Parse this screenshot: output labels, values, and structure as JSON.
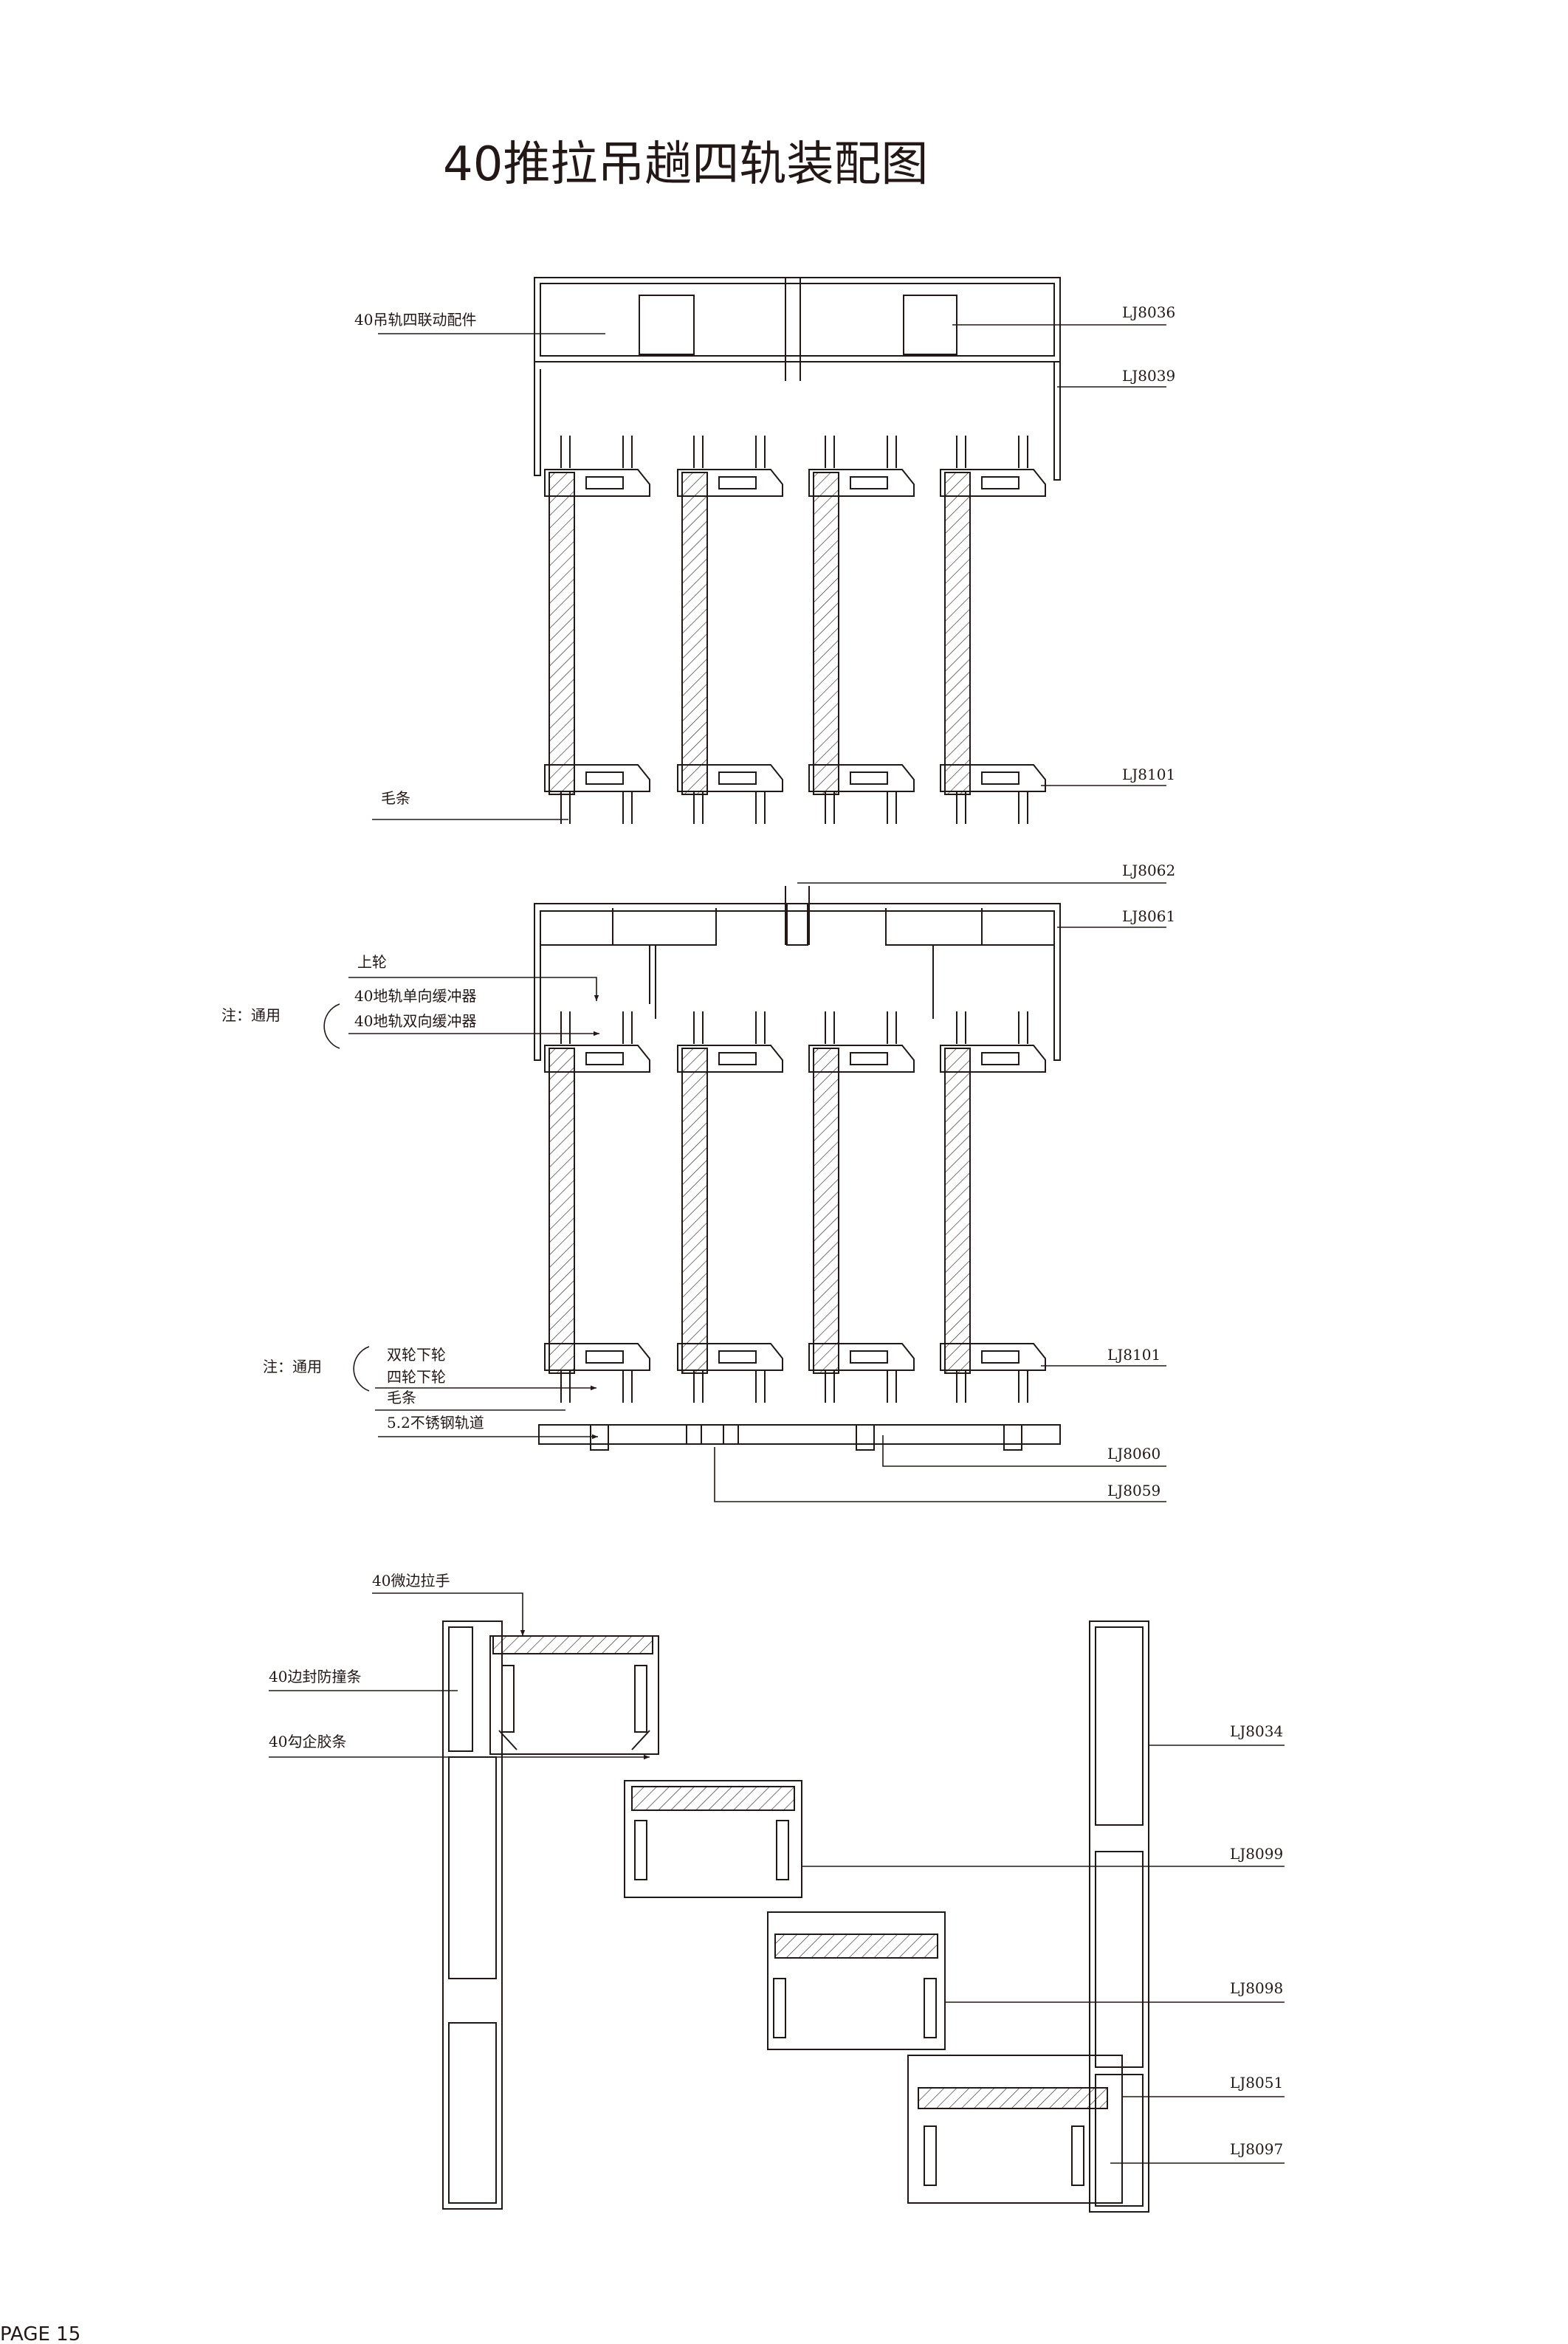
{
  "title": "40推拉吊趟四轨装配图",
  "page_label": "PAGE 15",
  "section1": {
    "labels": {
      "hanging_fitting": "40吊轨四联动配件",
      "lj8036": "LJ8036",
      "lj8039": "LJ8039",
      "lj8101": "LJ8101",
      "brush_strip": "毛条"
    }
  },
  "section2": {
    "labels": {
      "lj8062": "LJ8062",
      "lj8061": "LJ8061",
      "upper_wheel": "上轮",
      "note_top": "注：通用",
      "buffer_single": "40地轨单向缓冲器",
      "buffer_double": "40地轨双向缓冲器",
      "note_bottom": "注：通用",
      "double_lower_wheel": "双轮下轮",
      "four_lower_wheel": "四轮下轮",
      "brush_strip": "毛条",
      "steel_track": "5.2不锈钢轨道",
      "lj8101": "LJ8101",
      "lj8060": "LJ8060",
      "lj8059": "LJ8059"
    }
  },
  "section3": {
    "labels": {
      "micro_handle": "40微边拉手",
      "side_seal": "40边封防撞条",
      "hook_strip": "40勾企胶条",
      "lj8034": "LJ8034",
      "lj8099": "LJ8099",
      "lj8098": "LJ8098",
      "lj8051": "LJ8051",
      "lj8097": "LJ8097"
    }
  }
}
